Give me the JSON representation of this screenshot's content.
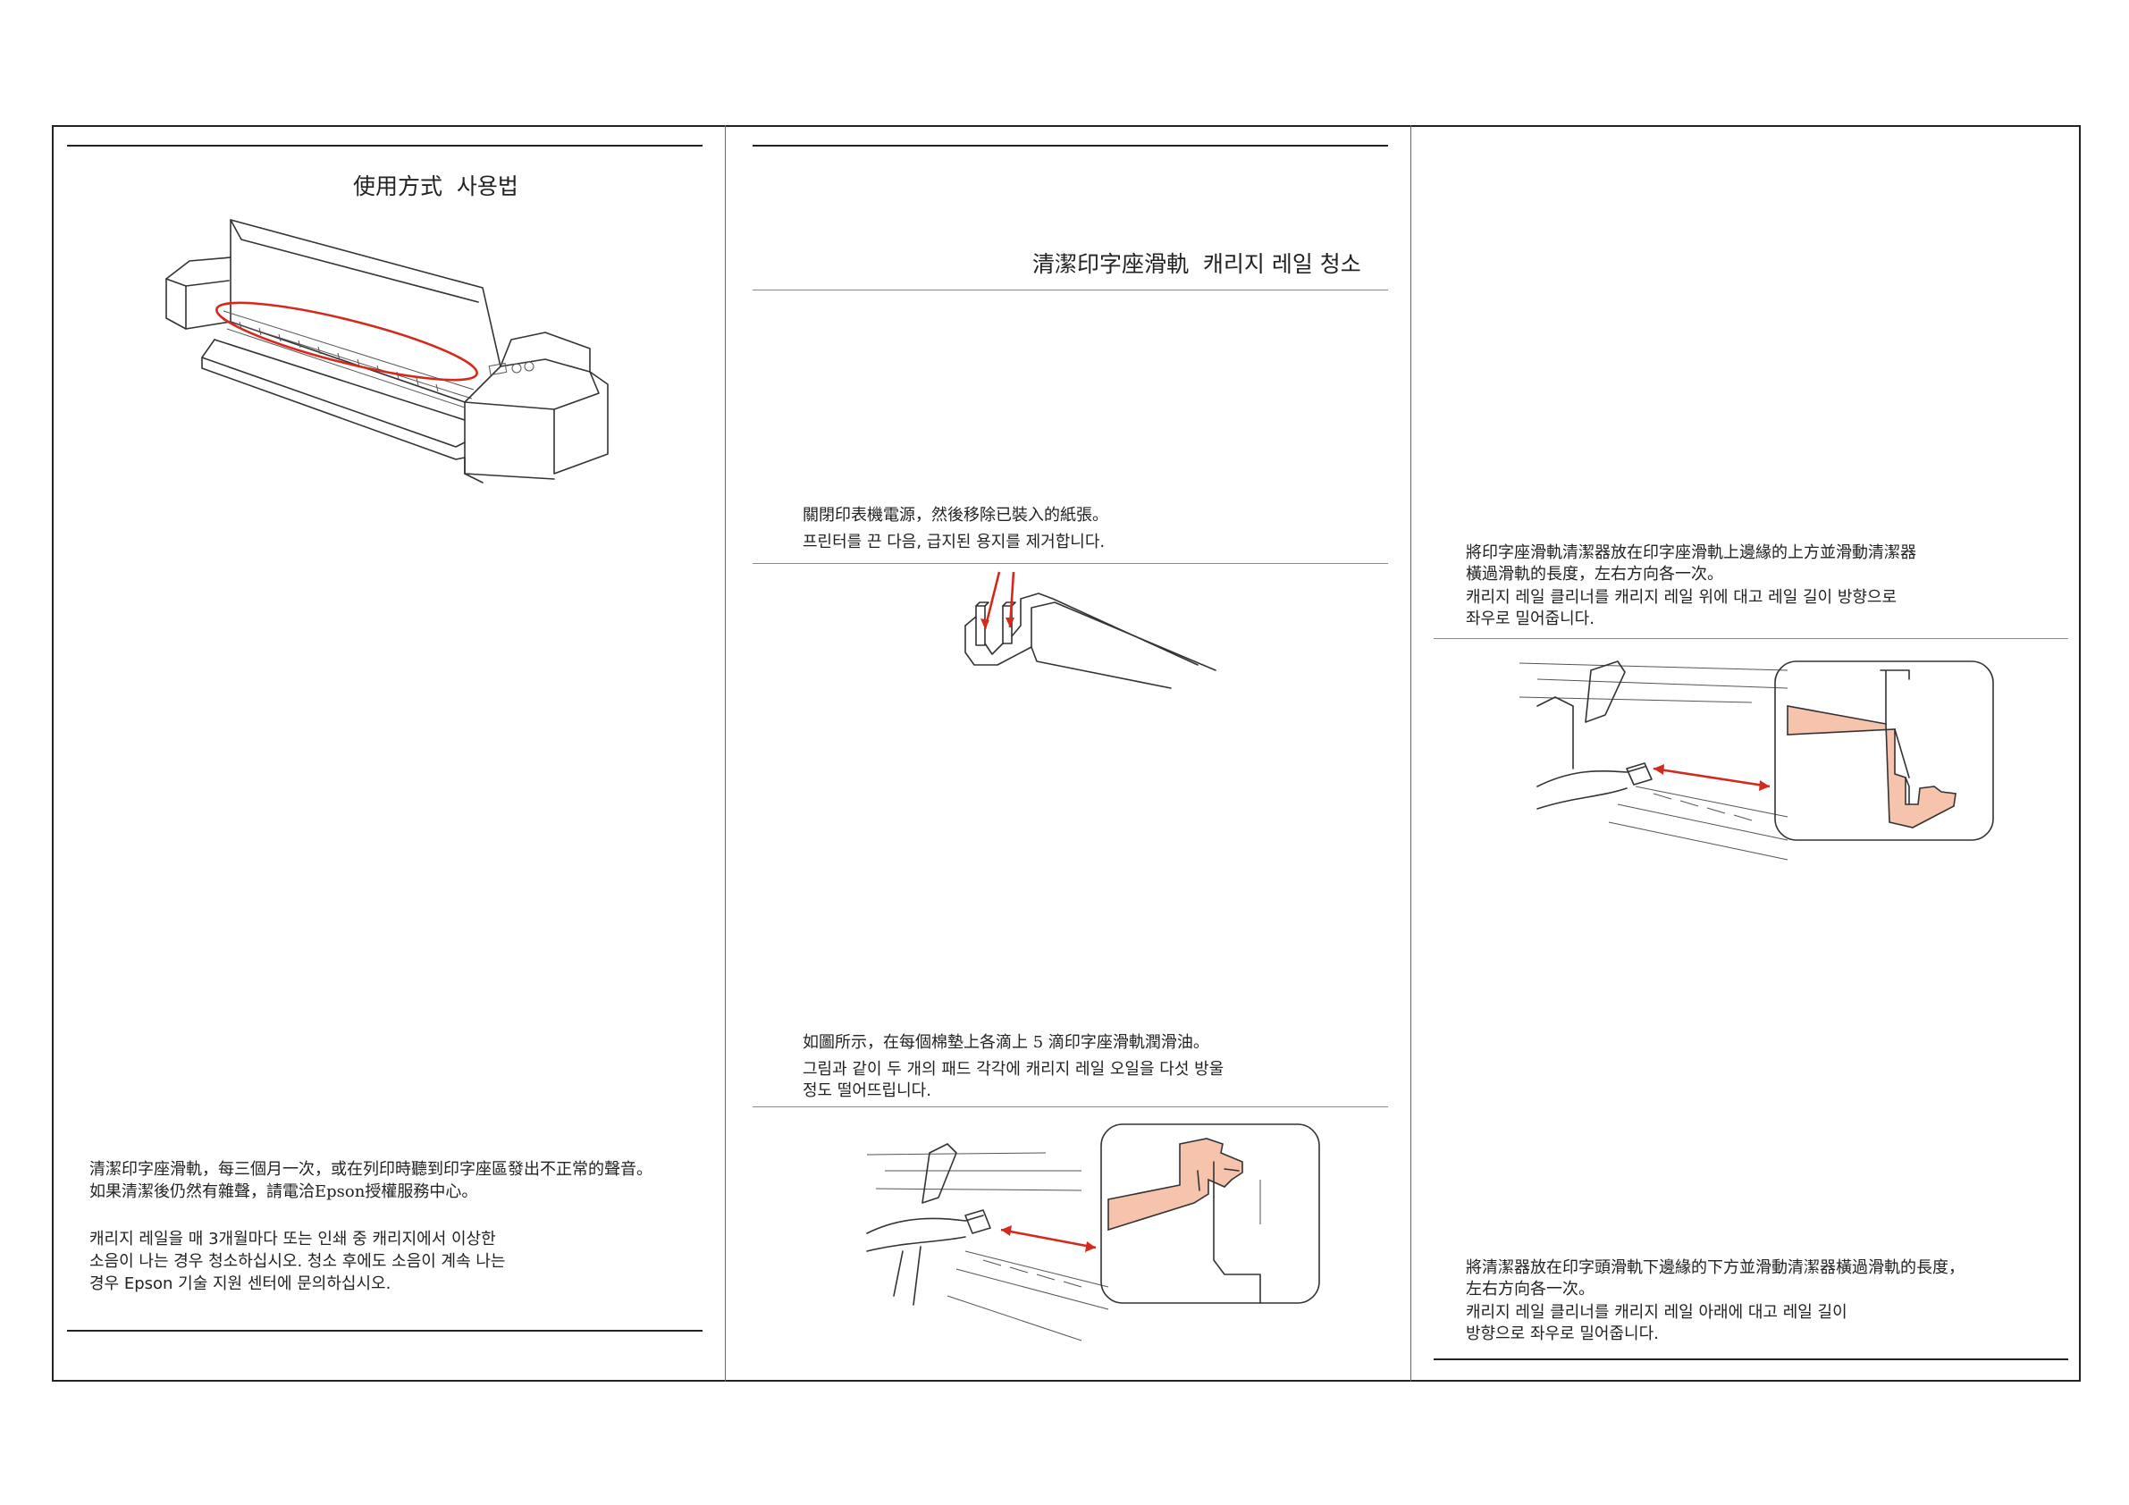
{
  "col1": {
    "title": "使用方式  사용법",
    "note_zh_1": "清潔印字座滑軌，每三個月一次，或在列印時聽到印字座區發出不正常的聲音。",
    "note_zh_2": "如果清潔後仍然有雜聲，請電洽Epson授權服務中心。",
    "note_ko_1": "캐리지 레일을 매 3개월마다 또는 인쇄 중 캐리지에서 이상한",
    "note_ko_2": "소음이 나는 경우 청소하십시오. 청소 후에도 소음이 계속 나는",
    "note_ko_3": "경우 Epson 기술 지원 센터에 문의하십시오."
  },
  "col2": {
    "title": "清潔印字座滑軌  캐리지 레일 청소",
    "step1_zh": "關閉印表機電源，然後移除已裝入的紙張。",
    "step1_ko": "프린터를 끈 다음, 급지된 용지를 제거합니다.",
    "step2_zh": "如圖所示，在每個棉墊上各滴上 5 滴印字座滑軌潤滑油。",
    "step2_ko_1": "그림과 같이 두 개의 패드 각각에 캐리지 레일 오일을 다섯 방울",
    "step2_ko_2": "정도 떨어뜨립니다."
  },
  "col3": {
    "step3_zh_1": "將印字座滑軌清潔器放在印字座滑軌上邊緣的上方並滑動清潔器",
    "step3_zh_2": "橫過滑軌的長度，左右方向各一次。",
    "step3_ko_1": "캐리지 레일 클리너를 캐리지 레일 위에 대고 레일 길이 방향으로",
    "step3_ko_2": "좌우로 밀어줍니다.",
    "step4_zh_1": "將清潔器放在印字頭滑軌下邊緣的下方並滑動清潔器橫過滑軌的長度，",
    "step4_zh_2": "左右方向各一次。",
    "step4_ko_1": "캐리지 레일 클리너를 캐리지 레일 아래에 대고 레일 길이",
    "step4_ko_2": "방향으로 좌우로 밀어줍니다."
  },
  "colors": {
    "highlight": "#d42a1e",
    "pad": "#f6c4ac",
    "line": "#333333"
  }
}
